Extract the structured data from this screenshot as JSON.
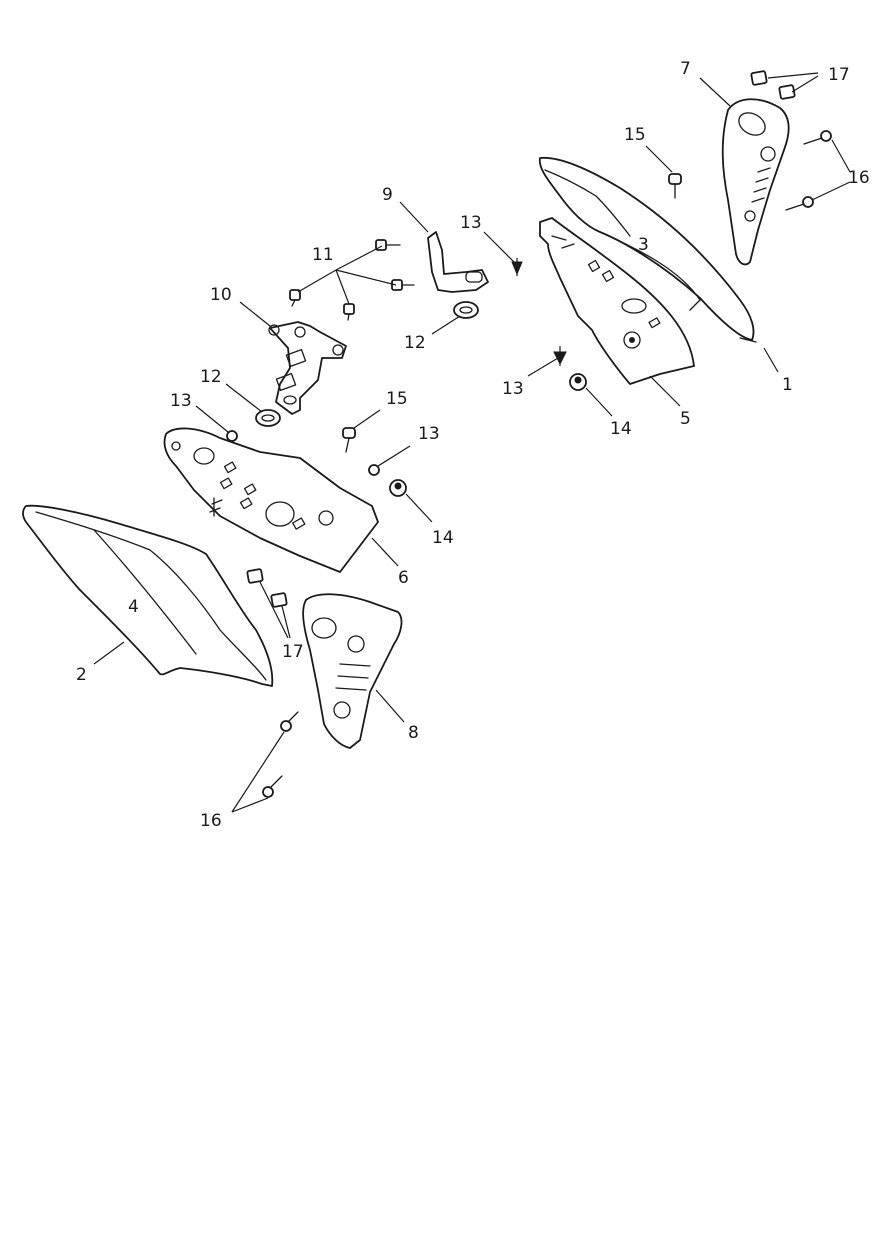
{
  "diagram": {
    "callouts": [
      "1",
      "2",
      "3",
      "4",
      "5",
      "6",
      "7",
      "8",
      "9",
      "10",
      "11",
      "12",
      "12",
      "13",
      "13",
      "13",
      "13",
      "14",
      "14",
      "15",
      "15",
      "16",
      "16",
      "17",
      "17"
    ],
    "colors": {
      "line": "#1a1a1a",
      "background": "#ffffff"
    }
  }
}
